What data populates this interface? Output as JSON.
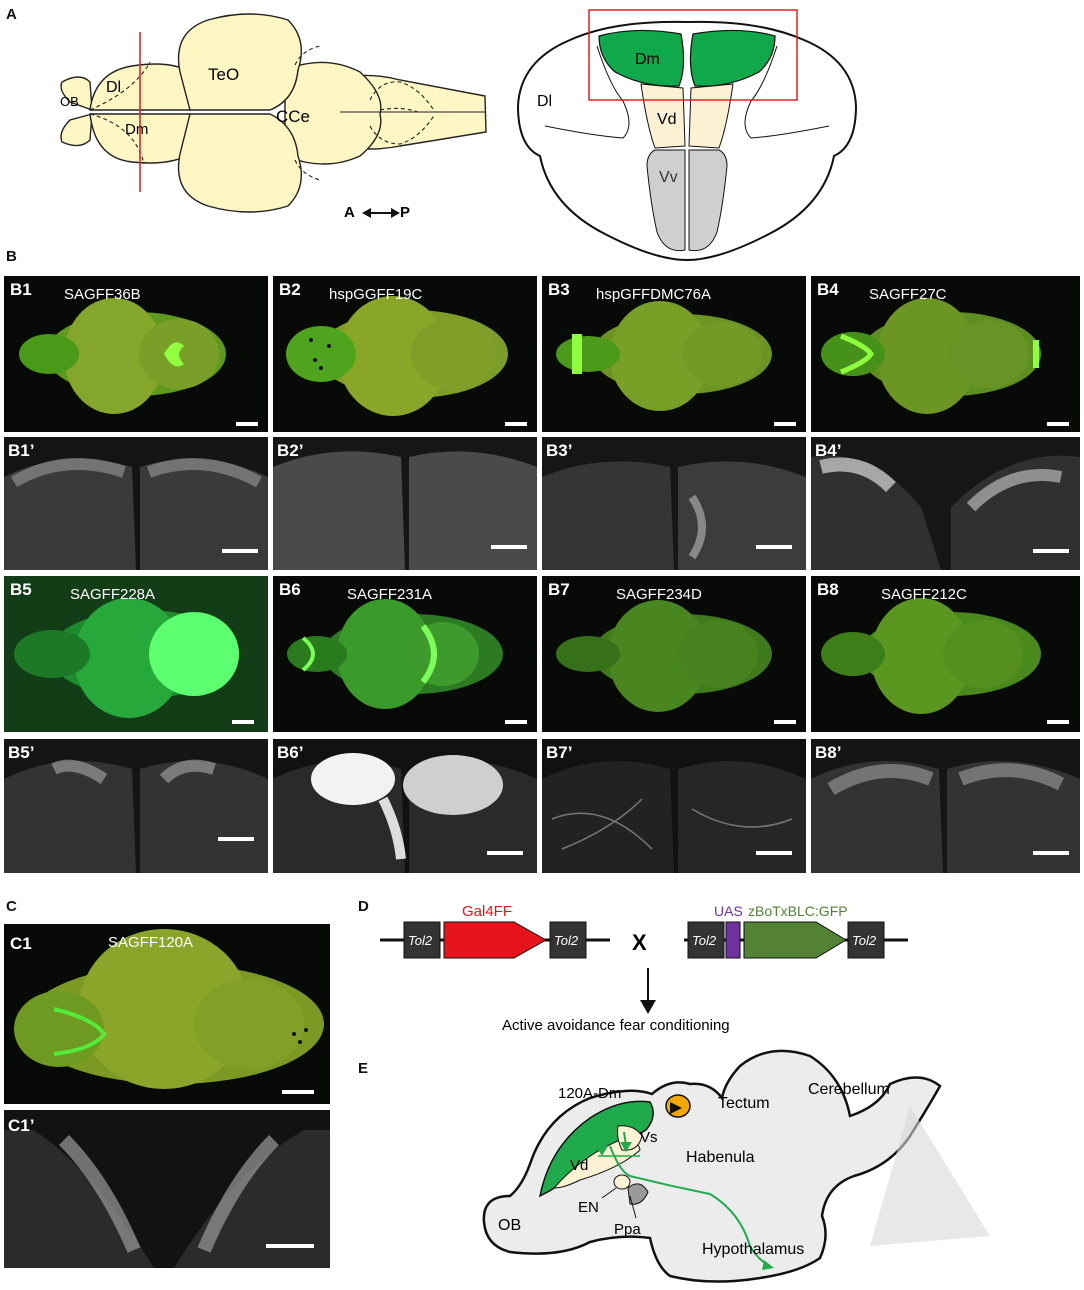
{
  "panelA": {
    "label": "A",
    "dorsal": {
      "OB": "OB",
      "Dl": "Dl",
      "Dm": "Dm",
      "TeO": "TeO",
      "CCe": "CCe",
      "axis_a": "A",
      "axis_p": "P"
    },
    "section": {
      "Dm": "Dm",
      "Dl": "Dl",
      "Vd": "Vd",
      "Vv": "Vv"
    }
  },
  "panelB": {
    "label": "B",
    "lines": [
      {
        "tag": "B1",
        "name": "SAGFF36B",
        "tag_prime": "B1’"
      },
      {
        "tag": "B2",
        "name": "hspGGFF19C",
        "tag_prime": "B2’"
      },
      {
        "tag": "B3",
        "name": "hspGFFDMC76A",
        "tag_prime": "B3’"
      },
      {
        "tag": "B4",
        "name": "SAGFF27C",
        "tag_prime": "B4’"
      },
      {
        "tag": "B5",
        "name": "SAGFF228A",
        "tag_prime": "B5’"
      },
      {
        "tag": "B6",
        "name": "SAGFF231A",
        "tag_prime": "B6’"
      },
      {
        "tag": "B7",
        "name": "SAGFF234D",
        "tag_prime": "B7’"
      },
      {
        "tag": "B8",
        "name": "SAGFF212C",
        "tag_prime": "B8’"
      }
    ]
  },
  "panelC": {
    "label": "C",
    "tag": "C1",
    "name": "SAGFF120A",
    "tag_prime": "C1’"
  },
  "panelD": {
    "label": "D",
    "tol2": "Tol2",
    "gal4": "Gal4FF",
    "uas": "UAS",
    "botx": "zBoTxBLC:GFP",
    "cross": "X",
    "result": "Active avoidance fear conditioning",
    "colors": {
      "gal4": "#e8141c",
      "uas": "#7030a0",
      "botx": "#548235"
    }
  },
  "panelE": {
    "label": "E",
    "labels": {
      "dm120a": "120A-Dm",
      "tectum": "Tectum",
      "cerebellum": "Cerebellum",
      "vs": "Vs",
      "vd": "Vd",
      "habenula": "Habenula",
      "ob": "OB",
      "en": "EN",
      "ppa": "Ppa",
      "hypothalamus": "Hypothalamus"
    },
    "colors": {
      "dm": "#1faa4b",
      "habenula": "#f5a800",
      "brain": "#ececec"
    }
  },
  "colors": {
    "brain_fill": "#fff6c4",
    "dm_green": "#0fa84a",
    "vd_fill": "#fdf1d3",
    "vv_fill": "#cfcfcf",
    "red_box": "#e32222"
  }
}
